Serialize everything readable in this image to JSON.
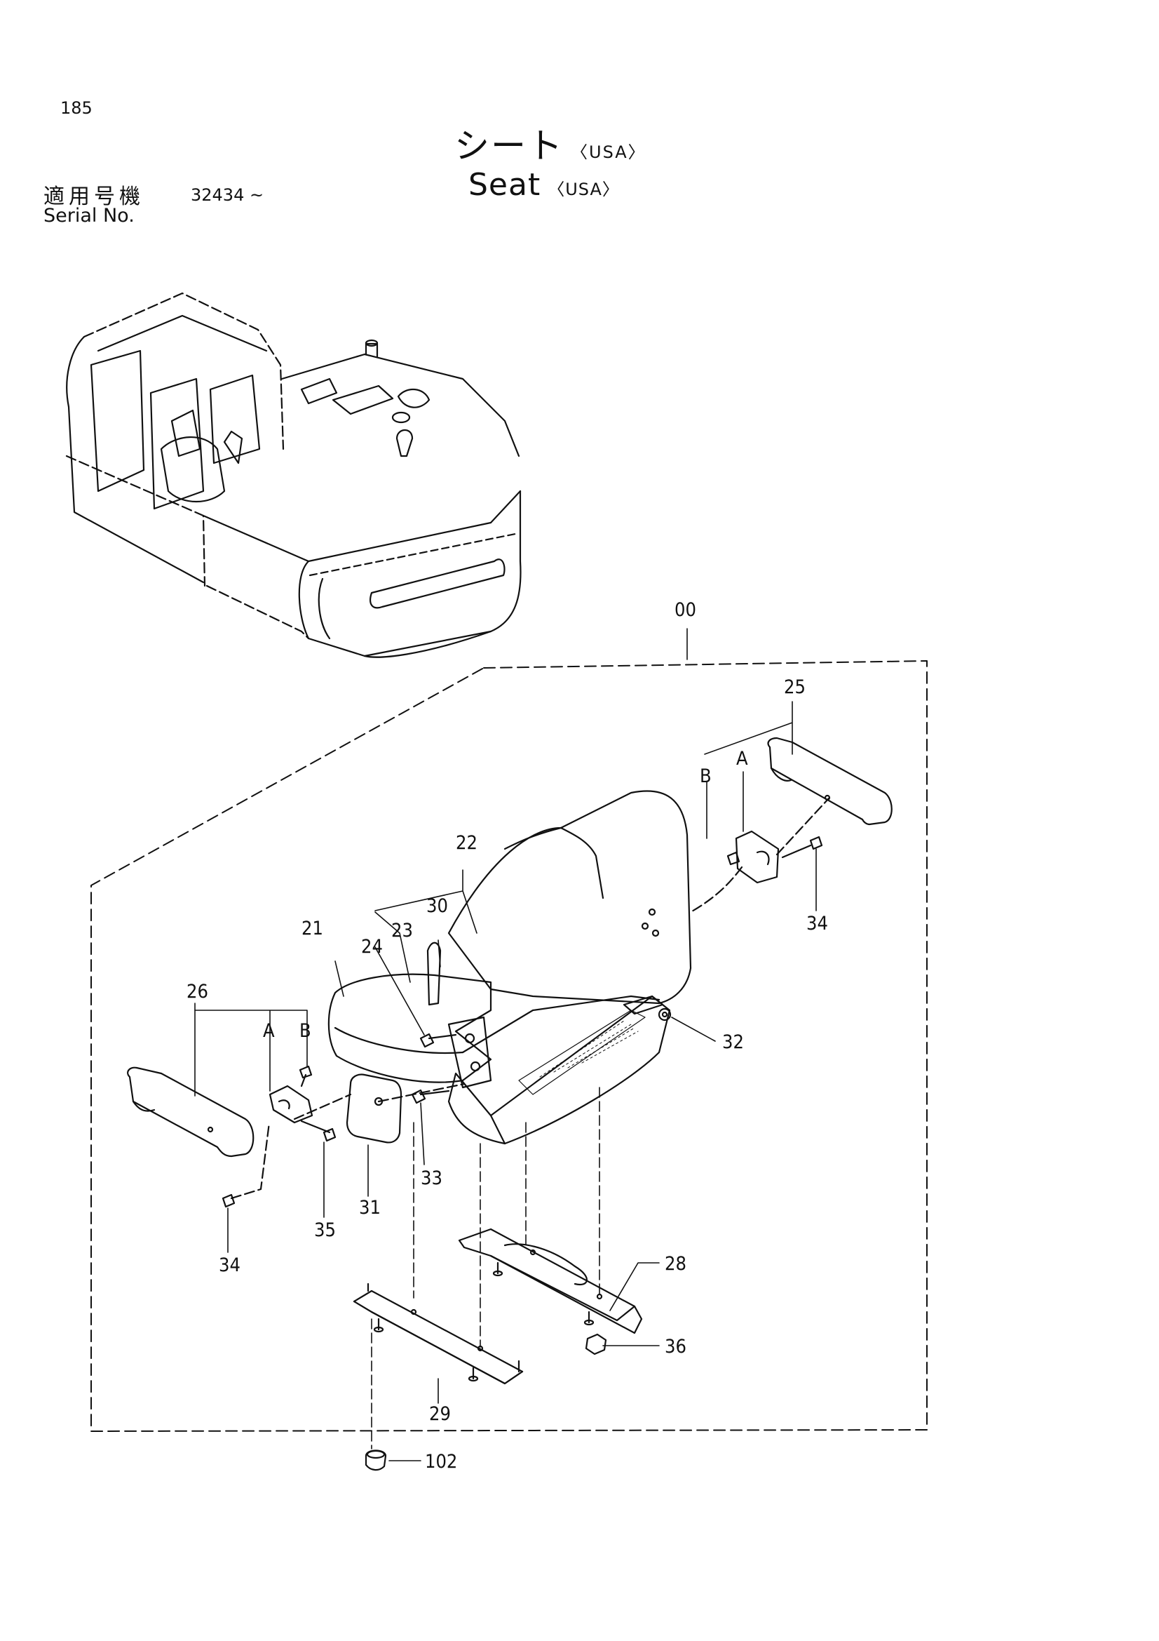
{
  "page": {
    "number": "185",
    "title_jp": "シート",
    "title_en": "Seat",
    "title_suffix": "〈USA〉",
    "serial_label_jp": "適用号機",
    "serial_label_en": "Serial No.",
    "serial_value": "32434 ~"
  },
  "callouts": {
    "c00": "00",
    "c25": "25",
    "cA_right": "A",
    "cB_right": "B",
    "c34_right": "34",
    "c22": "22",
    "c30": "30",
    "c23": "23",
    "c24": "24",
    "c21": "21",
    "c26": "26",
    "cA_left": "A",
    "cB_left": "B",
    "c32": "32",
    "c33": "33",
    "c31": "31",
    "c35": "35",
    "c34_left": "34",
    "c28": "28",
    "c36": "36",
    "c29": "29",
    "c102": "102"
  }
}
